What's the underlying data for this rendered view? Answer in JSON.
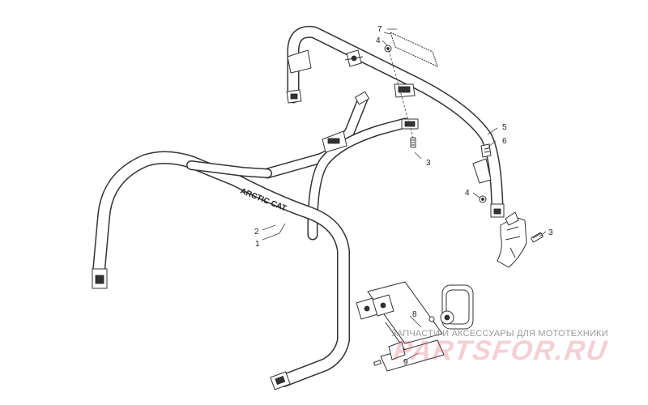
{
  "diagram": {
    "callouts": [
      {
        "id": "1",
        "label": "1"
      },
      {
        "id": "2",
        "label": "2"
      },
      {
        "id": "3a",
        "label": "3"
      },
      {
        "id": "3b",
        "label": "3"
      },
      {
        "id": "4a",
        "label": "4"
      },
      {
        "id": "4b",
        "label": "4"
      },
      {
        "id": "5",
        "label": "5"
      },
      {
        "id": "6",
        "label": "6"
      },
      {
        "id": "7",
        "label": "7"
      },
      {
        "id": "8",
        "label": "8"
      },
      {
        "id": "9",
        "label": "9"
      }
    ],
    "decal_text": "ARCTIC CAT"
  },
  "watermark": {
    "tagline": "ЗАПЧАСТИ И АКСЕССУАРЫ ДЛЯ МОТОТЕХНИКИ",
    "logo": "PARTSFOR.RU"
  }
}
